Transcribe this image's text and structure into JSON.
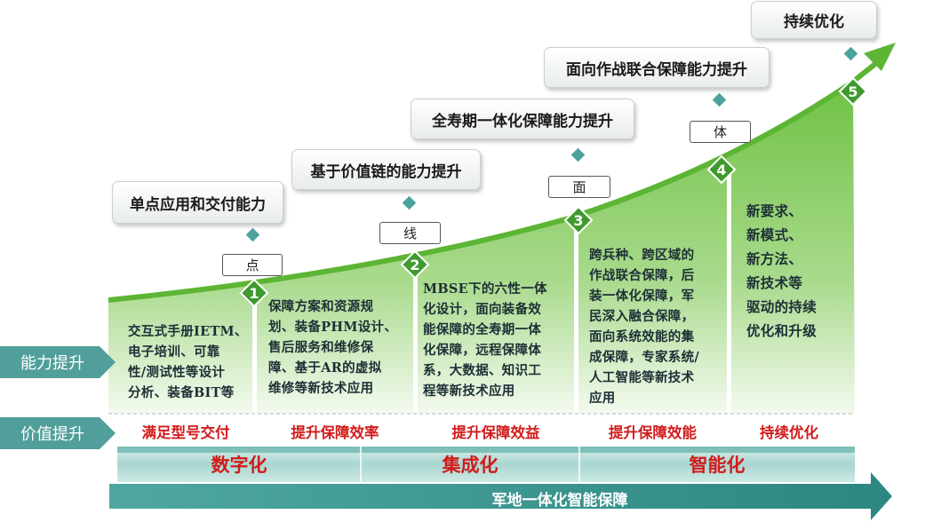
{
  "colors": {
    "curve_green": "#6cc144",
    "dark_green": "#3f9a2e",
    "teal": "#4ba39b",
    "phase_band": "#b9dfda",
    "side_arrow": "#4f9f9a",
    "bottom_arrow": "#2f8d87",
    "red_text": "#d21b1b"
  },
  "side_labels": {
    "capability": "能力提升",
    "value": "价值提升"
  },
  "stages": [
    {
      "number": "1",
      "tag": "点",
      "callout": "单点应用和交付能力",
      "description": [
        "交互式手册IETM、",
        "电子培训、可靠",
        "性/测试性等设计",
        "分析、装备BIT等"
      ],
      "value": "满足型号交付"
    },
    {
      "number": "2",
      "tag": "线",
      "callout": "基于价值链的能力提升",
      "description": [
        "保障方案和资源规",
        "划、装备PHM设计、",
        "售后服务和维修保",
        "障、基于AR的虚拟",
        "维修等新技术应用"
      ],
      "value": "提升保障效率"
    },
    {
      "number": "3",
      "tag": "面",
      "callout": "全寿期一体化保障能力提升",
      "description": [
        "MBSE下的六性一体",
        "化设计，面向装备效",
        "能保障的全寿期一体",
        "化保障，远程保障体",
        "系，大数据、知识工",
        "程等新技术应用"
      ],
      "value": "提升保障效益"
    },
    {
      "number": "4",
      "tag": "体",
      "callout": "面向作战联合保障能力提升",
      "description": [
        "跨兵种、跨区域的",
        "作战联合保障，后",
        "装一体化保障，军",
        "民深入融合保障，",
        "面向系统效能的集",
        "成保障，专家系统/",
        "人工智能等新技术",
        "应用"
      ],
      "value": "提升保障效能"
    },
    {
      "number": "5",
      "tag": "",
      "callout": "持续优化",
      "description": [
        "新要求、",
        "新模式、",
        "新方法、",
        "新技术等",
        "驱动的持续",
        "优化和升级"
      ],
      "value": "持续优化"
    }
  ],
  "phases": [
    "数字化",
    "集成化",
    "智能化"
  ],
  "bottom_label": "军地一体化智能保障"
}
